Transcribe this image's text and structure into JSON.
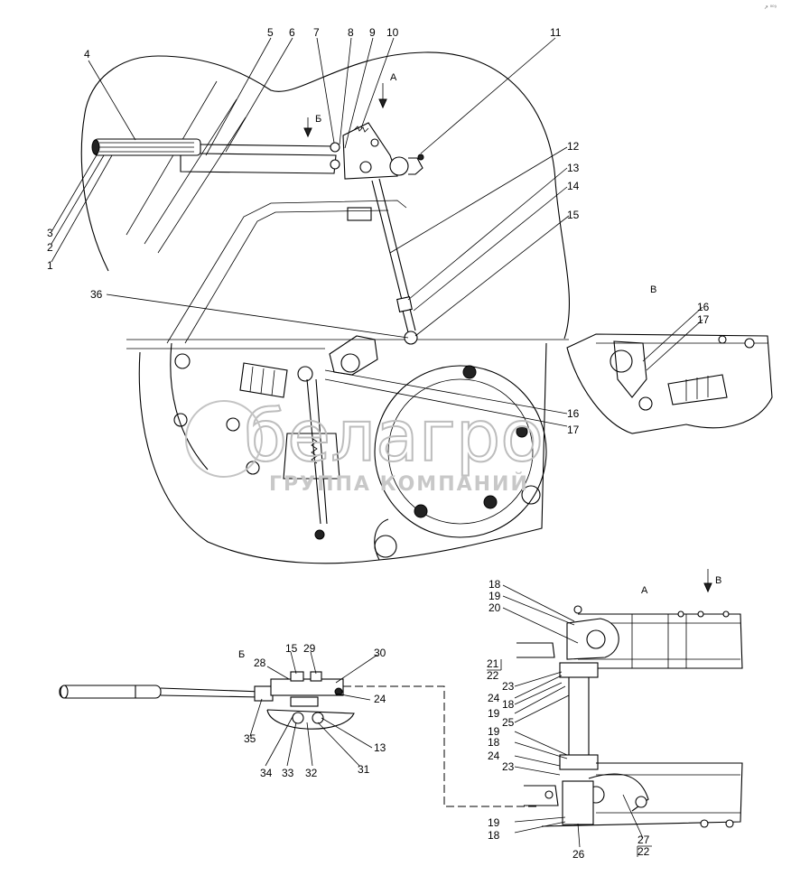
{
  "corner_mark": "↗ ⁰⁰⁹",
  "watermark": {
    "brand": "белагро",
    "tagline": "ГРУППА КОМПАНИЙ"
  },
  "view_labels": {
    "A_arrow": "А",
    "B_arrow": "Б",
    "V_view": "В",
    "B_view": "Б",
    "A_view": "А",
    "V_arrow": "В"
  },
  "callouts": {
    "main": [
      "1",
      "2",
      "3",
      "4",
      "5",
      "6",
      "7",
      "8",
      "9",
      "10",
      "11",
      "12",
      "13",
      "14",
      "15",
      "36",
      "16",
      "17"
    ],
    "view_v": [
      "16",
      "17"
    ],
    "view_b": [
      "15",
      "29",
      "28",
      "30",
      "24",
      "13",
      "31",
      "32",
      "33",
      "34",
      "35"
    ],
    "view_a_left": [
      "18",
      "19",
      "20",
      "21",
      "22",
      "23",
      "24",
      "18",
      "19",
      "25",
      "19",
      "18",
      "24",
      "23",
      "19",
      "18"
    ],
    "view_a_right": [
      "26",
      "27",
      "22"
    ]
  }
}
